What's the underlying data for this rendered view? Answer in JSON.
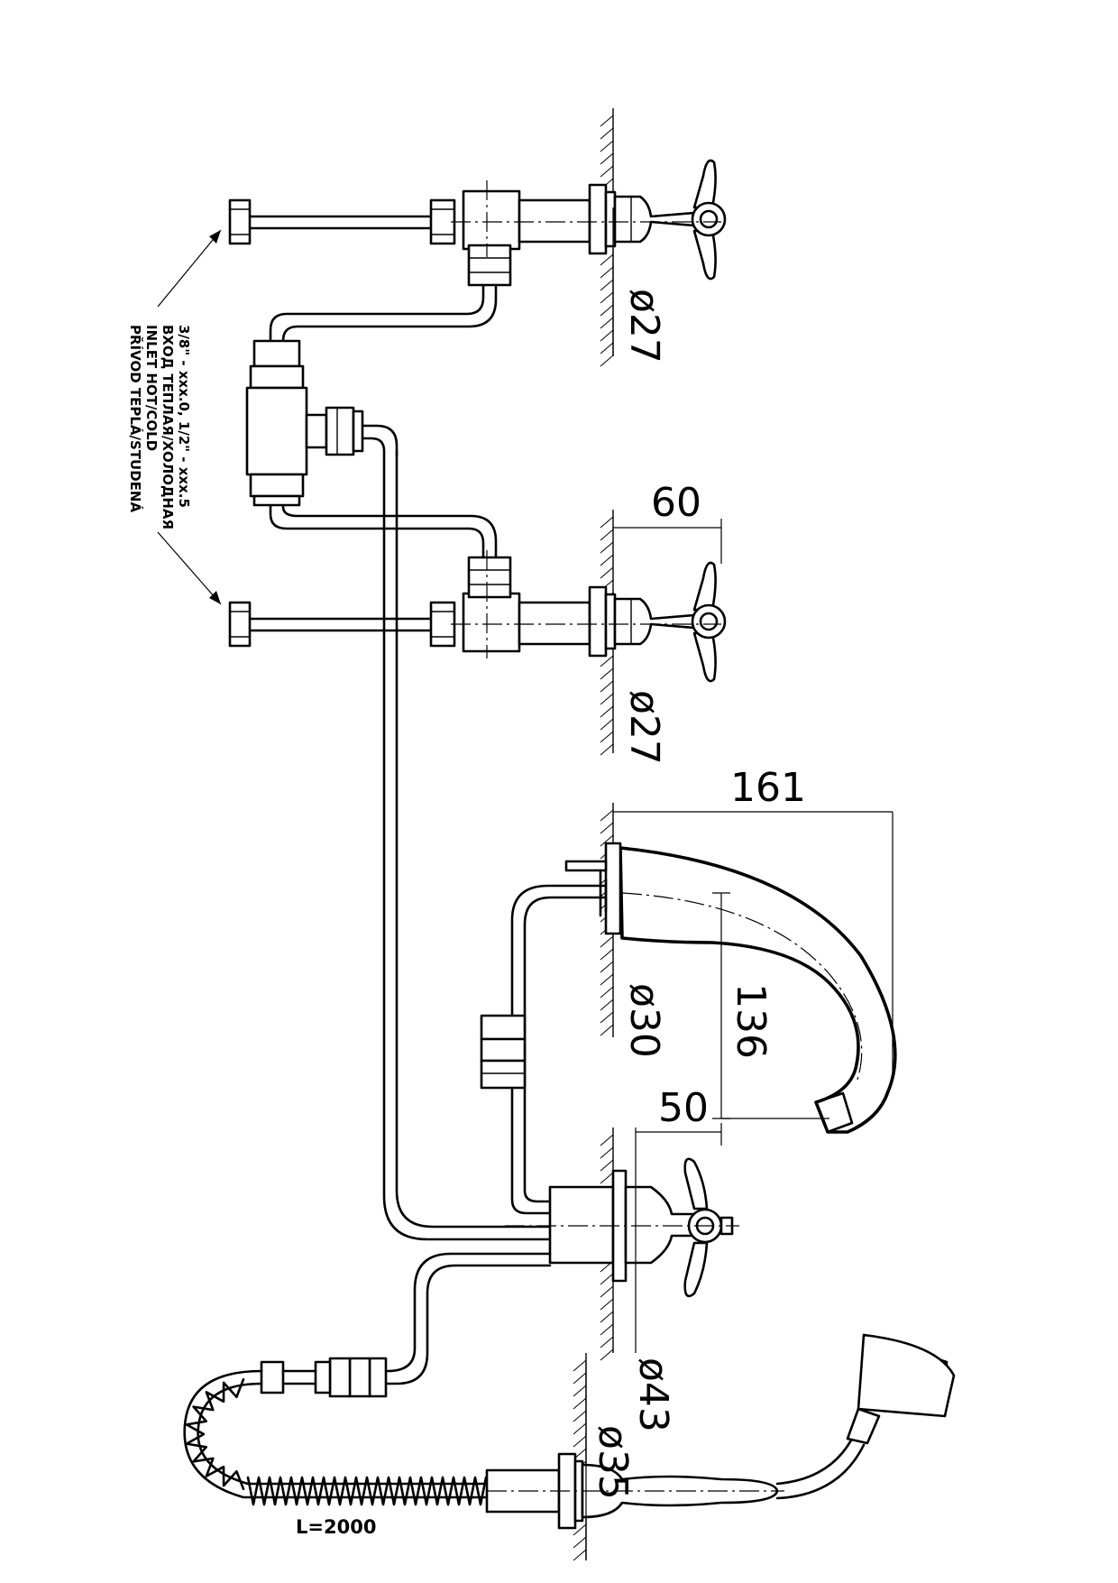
{
  "dimensions": {
    "d27_top": "ø27",
    "d27_mid": "ø27",
    "width_60": "60",
    "length_161": "161",
    "d30": "ø30",
    "height_136": "136",
    "width_50": "50",
    "d43": "ø43",
    "d35": "ø35"
  },
  "inlet_note": {
    "line1": "PŘÍVOD TEPLÁ/STUDENÁ",
    "line2": "INLET HOT/COLD",
    "line3": "ВХОД ТЕПЛАЯ/ХОЛОДНАЯ",
    "line4": "3/8\" - xxx.0, 1/2\" - xxx.5"
  },
  "hose_label": "L=2000"
}
